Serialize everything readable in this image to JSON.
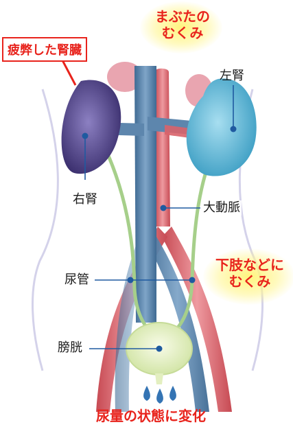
{
  "labels": {
    "callout": "疲弊した腎臓",
    "eyelid_line1": "まぶたの",
    "eyelid_line2": "むくみ",
    "left_kidney": "左腎",
    "right_kidney": "右腎",
    "aorta": "大動脈",
    "ureter": "尿管",
    "legs_line1": "下肢などに",
    "legs_line2": "むくみ",
    "bladder": "膀胱",
    "urine_change": "尿量の状態に変化"
  },
  "colors": {
    "accent_red": "#e8231c",
    "highlight_yellow": "#fff27a",
    "vein_blue": "#5d86ad",
    "artery_red": "#d9636a",
    "left_kidney": "#5dbfdc",
    "right_kidney": "#5a4c91",
    "adrenal_pink": "#e9a5b0",
    "bladder_green": "#e3efc0",
    "ureter_green": "#a6cf8a",
    "drop_blue": "#3474b4"
  }
}
